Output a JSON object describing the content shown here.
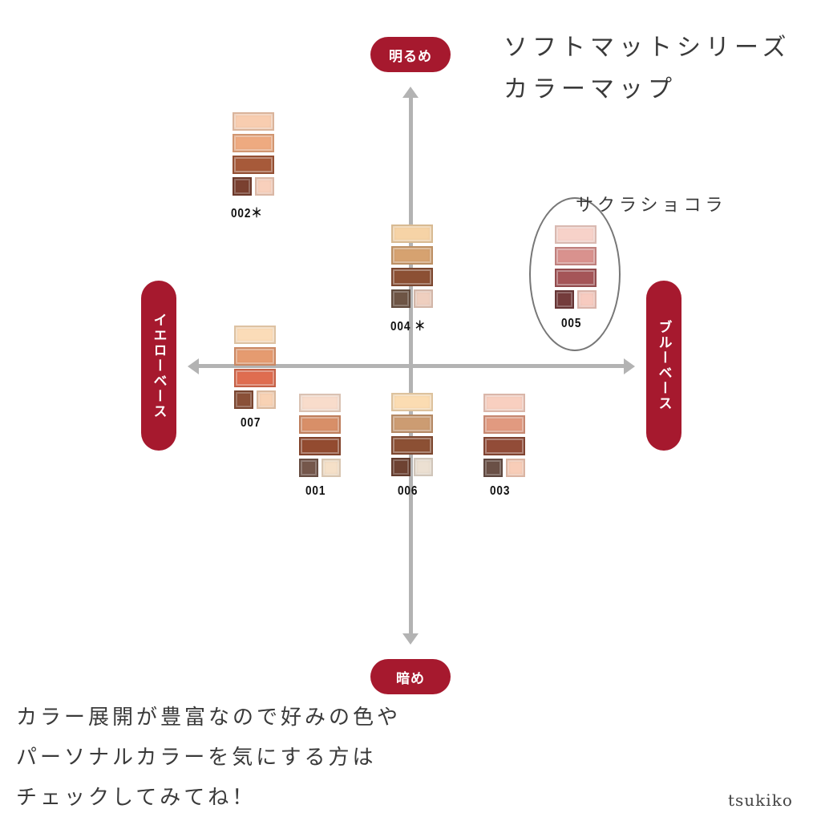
{
  "title": {
    "line1": "ソフトマットシリーズ",
    "line2": "カラーマップ"
  },
  "axes": {
    "top_label": "明るめ",
    "bottom_label": "暗め",
    "left_label": "イエローベース",
    "right_label": "ブルーベース",
    "accent_color": "#a6192e",
    "axis_color": "#b3b3b3"
  },
  "highlight": {
    "label": "サクラショコラ",
    "palette": "005"
  },
  "palettes": [
    {
      "id": "002",
      "label": "002＊",
      "position": "upper-left",
      "colors": [
        "#f8cdb0",
        "#eeaa80",
        "#a75a3a",
        "#7a4030",
        "#f8d0bc"
      ]
    },
    {
      "id": "004",
      "label": "004 ＊",
      "position": "center-upper",
      "colors": [
        "#f6d3a6",
        "#d6a270",
        "#8c5034",
        "#6e5545",
        "#efcfbf"
      ]
    },
    {
      "id": "005",
      "label": "005",
      "position": "right-upper",
      "colors": [
        "#f7d2c9",
        "#d9928e",
        "#a55558",
        "#743c3c",
        "#f7cbc0"
      ]
    },
    {
      "id": "007",
      "label": "007",
      "position": "left",
      "colors": [
        "#fbdcb8",
        "#e59b70",
        "#df6d50",
        "#8a5038",
        "#f8d2b4"
      ]
    },
    {
      "id": "001",
      "label": "001",
      "position": "lower-center-left",
      "colors": [
        "#f8dccb",
        "#d88f68",
        "#934b30",
        "#75574b",
        "#f5e0c8"
      ]
    },
    {
      "id": "006",
      "label": "006",
      "position": "lower-center",
      "colors": [
        "#fbdcb2",
        "#cc9c72",
        "#8c5034",
        "#6e4232",
        "#ece0d2"
      ]
    },
    {
      "id": "003",
      "label": "003",
      "position": "lower-center-right",
      "colors": [
        "#f8cfc0",
        "#e19a80",
        "#924c38",
        "#6a5046",
        "#f8cdb8"
      ]
    }
  ],
  "note": {
    "line1": "カラー展開が豊富なので好みの色や",
    "line2": "パーソナルカラーを気にする方は",
    "line3": "チェックしてみてね！"
  },
  "credit": "tsukiko"
}
